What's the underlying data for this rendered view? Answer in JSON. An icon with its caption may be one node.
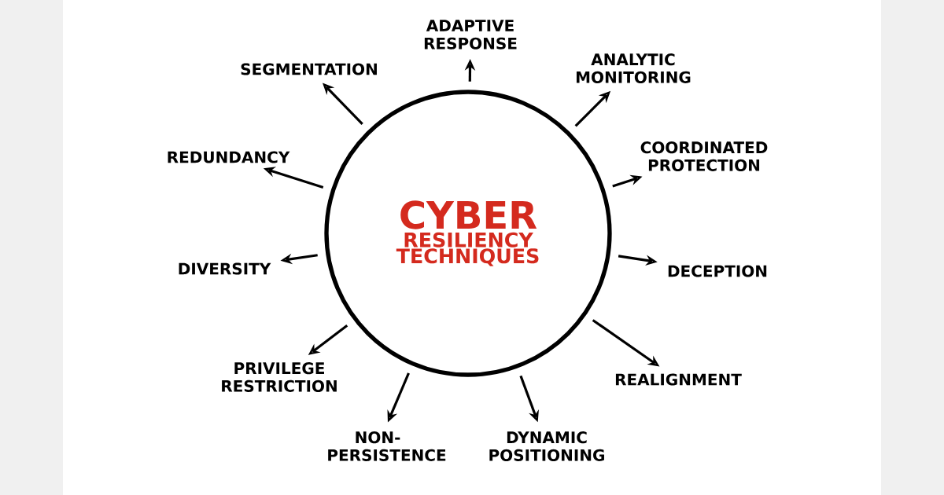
{
  "diagram": {
    "nodes": [
      {
        "text": [
          "CYBER",
          "RESILIENCY TECHNIQUES"
        ]
      },
      {
        "text": [
          "ADAPTIVE RESPONSE"
        ]
      },
      {
        "text": [
          "ANALYTIC MONITORING"
        ]
      },
      {
        "text": [
          "COORDINATED PROTECTION"
        ]
      },
      {
        "text": [
          "DECEPTION"
        ]
      },
      {
        "text": [
          "REALIGNMENT"
        ]
      },
      {
        "text": [
          "DYNAMIC POSITIONING"
        ]
      },
      {
        "text": [
          "NON-PERSISTENCE"
        ]
      },
      {
        "text": [
          "PRIVILEGE RESTRICTION"
        ]
      },
      {
        "text": [
          "DIVERSITY"
        ]
      },
      {
        "text": [
          "REDUNDANCY"
        ]
      },
      {
        "text": [
          "SEGMENTATION"
        ]
      }
    ],
    "edges": [
      {
        "from": 0,
        "to": 1,
        "arrow": "to"
      },
      {
        "from": 0,
        "to": 2,
        "arrow": "to"
      },
      {
        "from": 0,
        "to": 3,
        "arrow": "to"
      },
      {
        "from": 0,
        "to": 4,
        "arrow": "to"
      },
      {
        "from": 0,
        "to": 5,
        "arrow": "to"
      },
      {
        "from": 0,
        "to": 6,
        "arrow": "to"
      },
      {
        "from": 0,
        "to": 7,
        "arrow": "to"
      },
      {
        "from": 0,
        "to": 8,
        "arrow": "to"
      },
      {
        "from": 0,
        "to": 9,
        "arrow": "to"
      },
      {
        "from": 0,
        "to": 10,
        "arrow": "to"
      },
      {
        "from": 0,
        "to": 11,
        "arrow": "to"
      }
    ]
  }
}
